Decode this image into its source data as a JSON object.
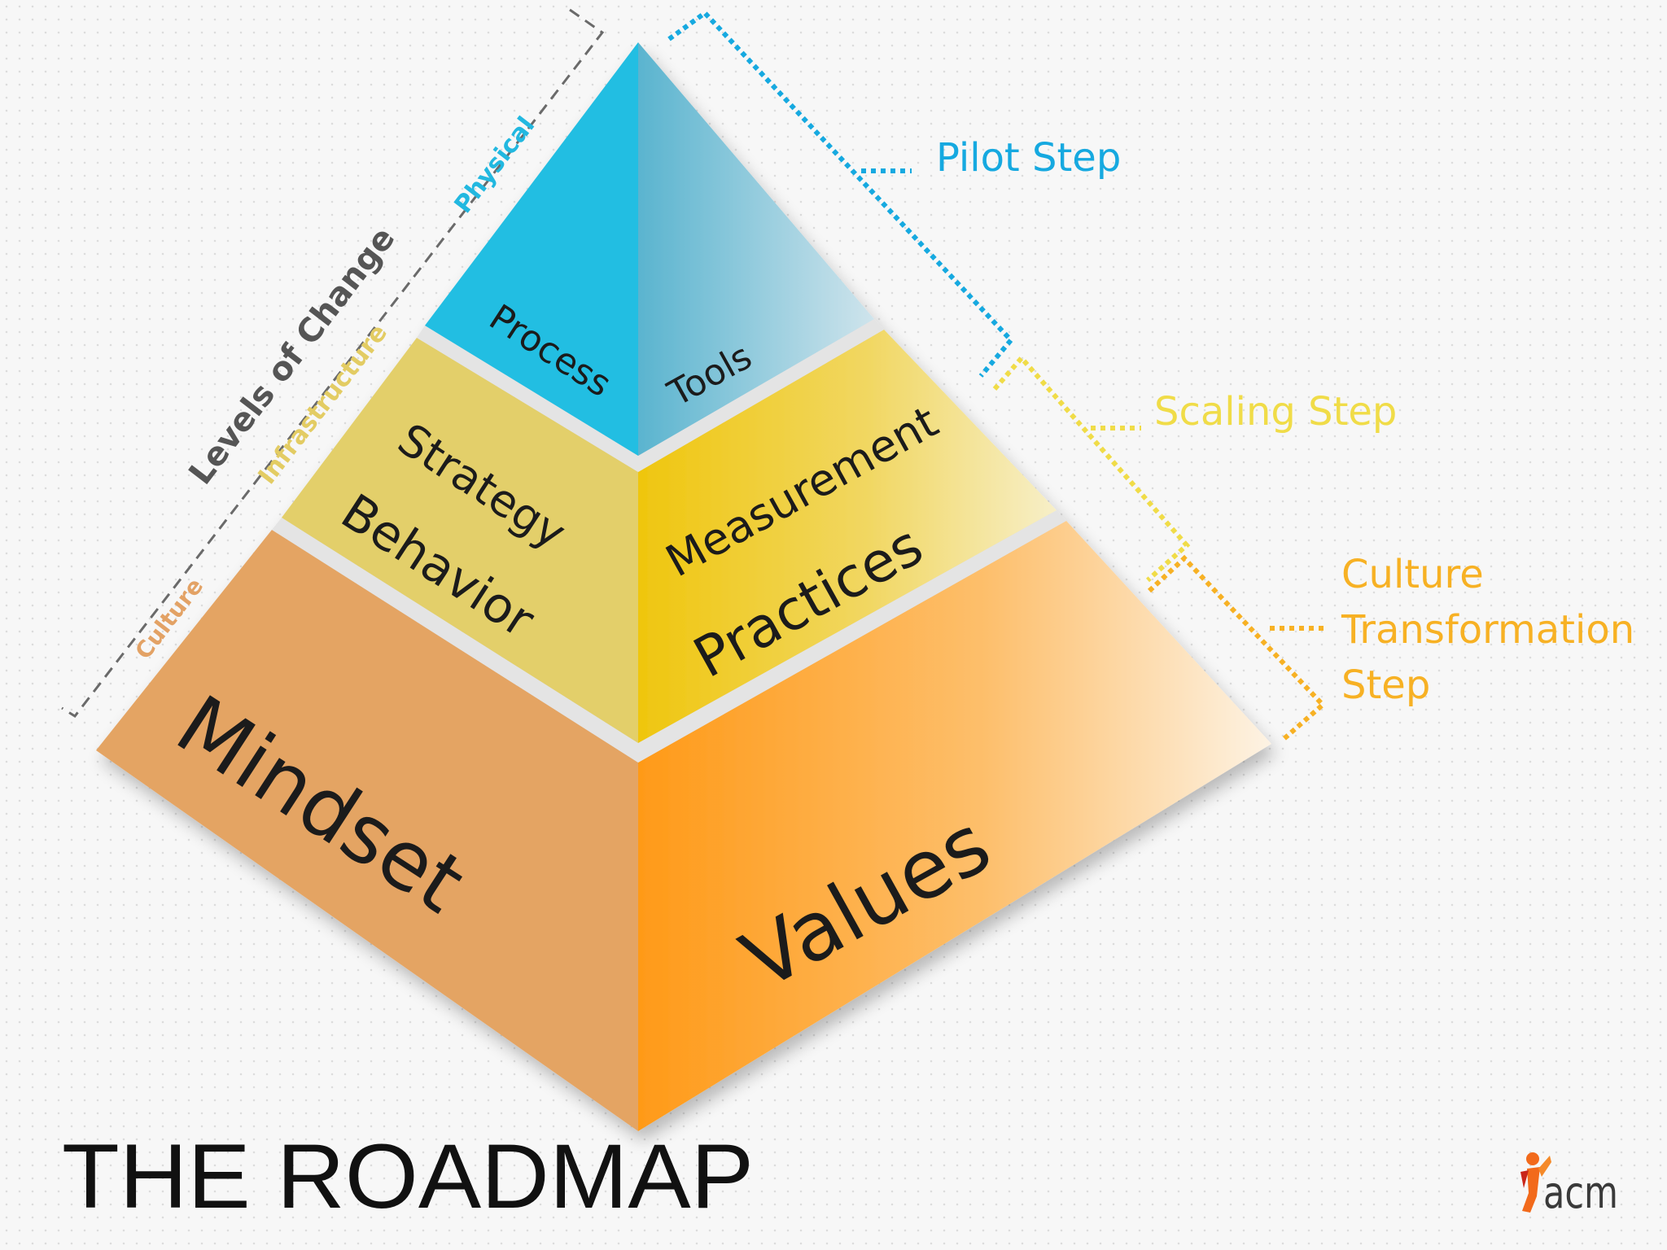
{
  "title": "THE ROADMAP",
  "levels_of_change": {
    "heading": "Levels of Change",
    "levels": [
      {
        "label": "Physical",
        "color": "#22b8e0"
      },
      {
        "label": "Infrastructure",
        "color": "#e3cc63"
      },
      {
        "label": "Culture",
        "color": "#e3a265"
      }
    ]
  },
  "pyramid": {
    "top": {
      "left": "Process",
      "right": "Tools",
      "left_color": "#22bee2",
      "right_color": "#9fcad8"
    },
    "middle": {
      "left_lines": [
        "Strategy",
        "Behavior"
      ],
      "right_lines": [
        "Measurement",
        "Practices"
      ],
      "left_color": "#e3cf6a",
      "right_color": "#f0cc2a"
    },
    "bottom": {
      "left": "Mindset",
      "right": "Values",
      "left_color": "#e4a463",
      "right_color": "#ff9f1c"
    }
  },
  "steps": [
    {
      "lines": [
        "Pilot Step"
      ],
      "color": "#16a9e0"
    },
    {
      "lines": [
        "Scaling Step"
      ],
      "color": "#f0dc48"
    },
    {
      "lines": [
        "Culture",
        "Transformation",
        "Step"
      ],
      "color": "#f7b124"
    }
  ],
  "logo": {
    "text": "acm",
    "accent_color": "#f26a1b"
  }
}
